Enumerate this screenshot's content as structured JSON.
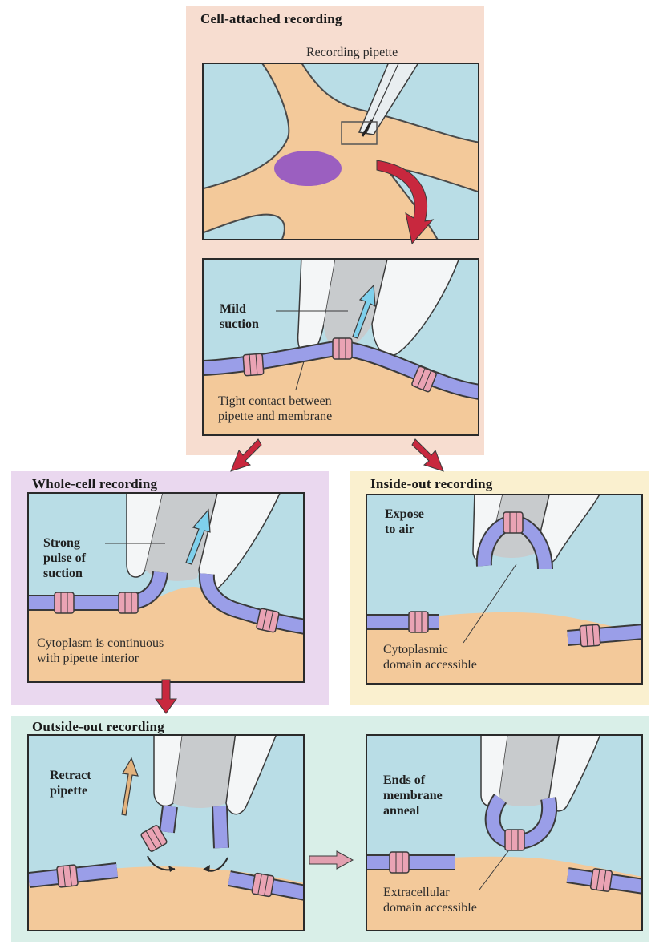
{
  "sections": {
    "cell_attached": {
      "title": "Cell-attached recording",
      "pipette_label": "Recording pipette",
      "suction_label": "Mild\nsuction",
      "contact_label": "Tight contact between\npipette and membrane"
    },
    "whole_cell": {
      "title": "Whole-cell recording",
      "suction_label": "Strong\npulse of\nsuction",
      "cytoplasm_label": "Cytoplasm is continuous\nwith pipette interior"
    },
    "inside_out": {
      "title": "Inside-out recording",
      "expose_label": "Expose\nto air",
      "domain_label": "Cytoplasmic\ndomain accessible"
    },
    "outside_out": {
      "title": "Outside-out recording",
      "retract_label": "Retract\npipette",
      "anneal_label": "Ends of\nmembrane\nanneal",
      "domain_label": "Extracellular\ndomain accessible"
    }
  },
  "colors": {
    "background_medium": "#b9dde6",
    "cytoplasm": "#f3c99a",
    "membrane": "#9a9ee8",
    "channel": "#eaa3b4",
    "nucleus": "#9b5fc0",
    "arrow_red": "#c8283e",
    "arrow_blue": "#7fd0ec",
    "arrow_tan": "#e2b27d",
    "band_cell_attached": "#f7ddd0",
    "band_whole_cell": "#ead8ef",
    "band_inside_out": "#faf0cf",
    "band_outside_out": "#d9efe8"
  }
}
